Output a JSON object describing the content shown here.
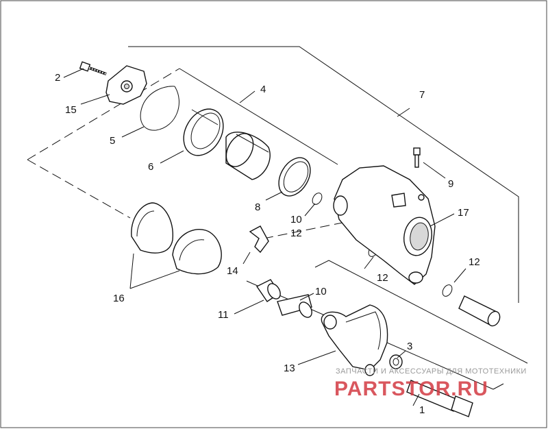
{
  "callouts": [
    {
      "id": "1",
      "text": "1"
    },
    {
      "id": "2",
      "text": "2"
    },
    {
      "id": "3",
      "text": "3"
    },
    {
      "id": "4",
      "text": "4"
    },
    {
      "id": "5",
      "text": "5"
    },
    {
      "id": "6",
      "text": "6"
    },
    {
      "id": "7",
      "text": "7"
    },
    {
      "id": "8",
      "text": "8"
    },
    {
      "id": "9",
      "text": "9"
    },
    {
      "id": "10a",
      "text": "10"
    },
    {
      "id": "10b",
      "text": "10"
    },
    {
      "id": "11",
      "text": "11"
    },
    {
      "id": "12a",
      "text": "12"
    },
    {
      "id": "12b",
      "text": "12"
    },
    {
      "id": "12c",
      "text": "12"
    },
    {
      "id": "13",
      "text": "13"
    },
    {
      "id": "14",
      "text": "14"
    },
    {
      "id": "15",
      "text": "15"
    },
    {
      "id": "16",
      "text": "16"
    },
    {
      "id": "17",
      "text": "17"
    }
  ],
  "watermark": {
    "tagline": "ЗАПЧАСТИ И АКСЕССУАРЫ ДЛЯ МОТОТЕХНИКИ",
    "brand": "PARTSTOR.RU",
    "brand_color": "#d33a43"
  }
}
